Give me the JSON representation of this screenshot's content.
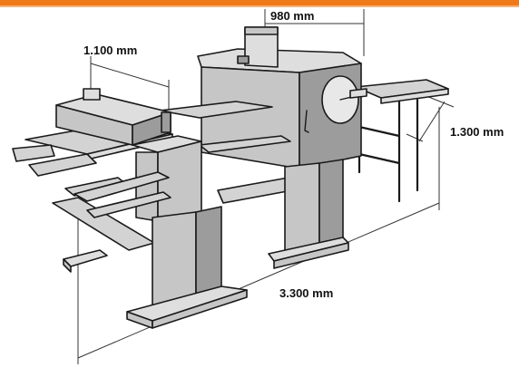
{
  "brand": {
    "accent_color": "#f07a1a"
  },
  "dimensions": {
    "width_top": "980 mm",
    "depth_feeder": "1.100 mm",
    "depth_right": "1.300 mm",
    "length_total": "3.300 mm"
  },
  "machine": {
    "description_icon": "folding-machine-illustration"
  }
}
